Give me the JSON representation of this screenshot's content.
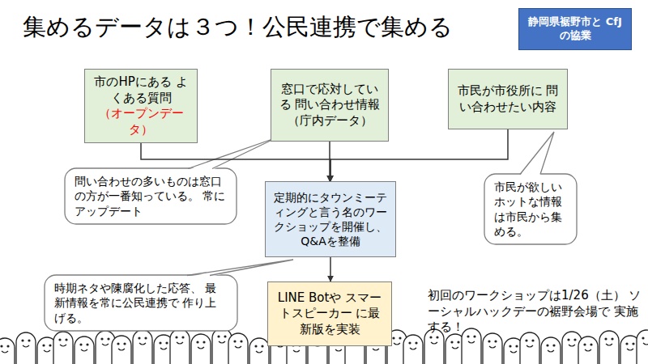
{
  "diagram": {
    "title": "集めるデータは３つ！公民連携で集める",
    "nodes": [
      {
        "text": [
          "静岡県裾野市と CfJの協業"
        ]
      },
      {
        "text": [
          "市のHPにある よくある質問",
          "（オープンデータ）"
        ]
      },
      {
        "text": [
          "窓口で応対している 問い合わせ情報 （庁内データ）"
        ]
      },
      {
        "text": [
          "市民が市役所に 問い合わせたい内容"
        ]
      },
      {
        "text": [
          "問い合わせの多いものは窓口の方が一番知っている。 常にアップデート"
        ]
      },
      {
        "text": [
          "市民が欲しいホットな情報は市民から集める。"
        ]
      },
      {
        "text": [
          "定期的にタウンミーティングと言う名のワークショップを開催し、Q&Aを整備"
        ]
      },
      {
        "text": [
          "時期ネタや陳腐化した応答、 最新情報を常に公民連携で 作り上げる。"
        ]
      },
      {
        "text": [
          "LINE Botや スマートスピーカー に最新版を実装"
        ]
      }
    ],
    "edges": [
      {
        "from": 1,
        "to": 6,
        "arrow": "to"
      },
      {
        "from": 2,
        "to": 6,
        "arrow": "to"
      },
      {
        "from": 3,
        "to": 6,
        "arrow": "to"
      },
      {
        "from": 6,
        "to": 8,
        "arrow": "to"
      }
    ],
    "labels": [
      "初回のワークショップは1/26（土） ソーシャルハックデーの裾野会場で 実施する！"
    ]
  }
}
